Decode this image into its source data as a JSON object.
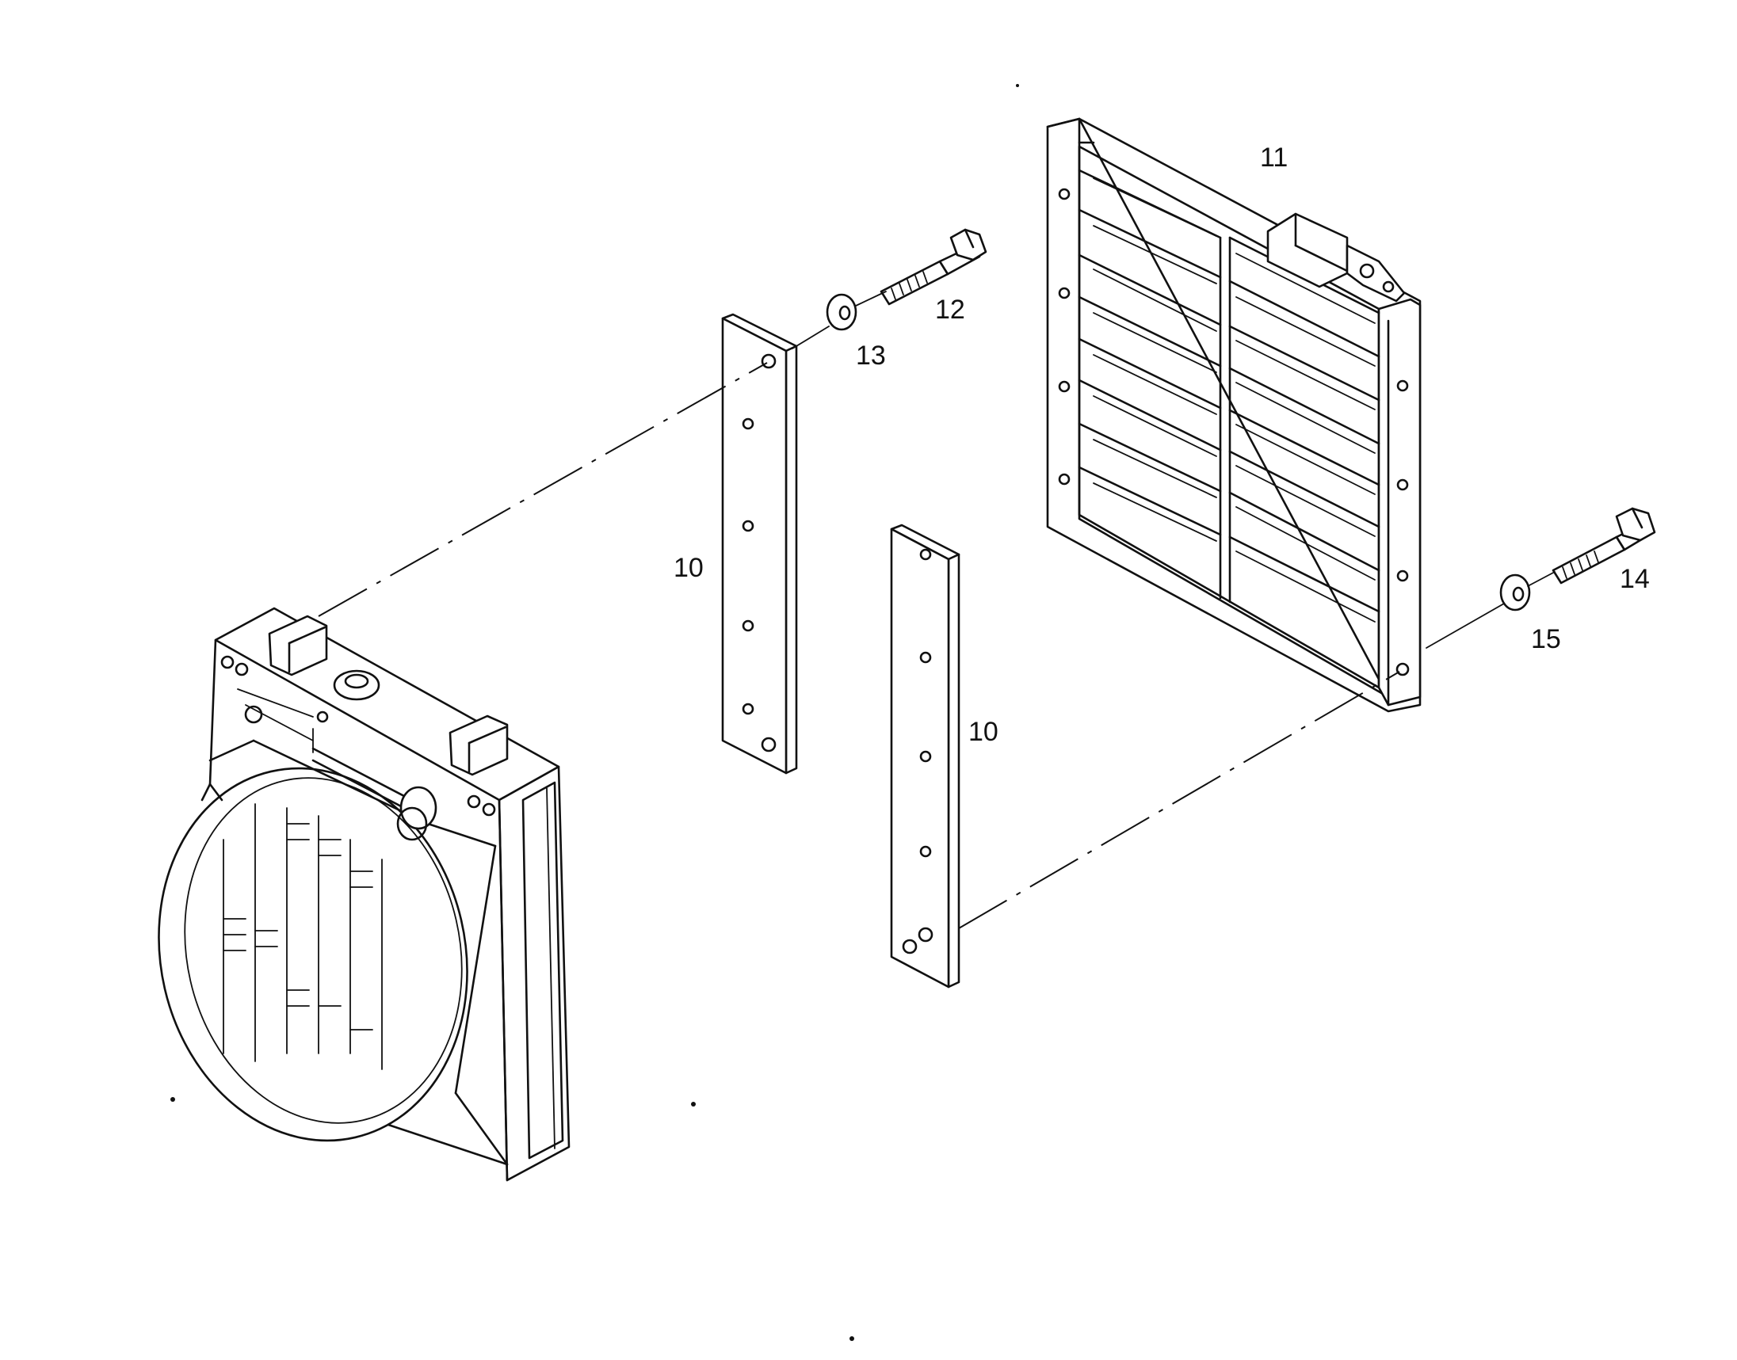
{
  "diagram": {
    "type": "exploded-parts-view",
    "colors": {
      "line": "#111111",
      "background": "#ffffff"
    },
    "callouts": {
      "mount_bar_left": "10",
      "mount_bar_right": "10",
      "louver_shutter": "11",
      "bolt_upper": "12",
      "washer_upper": "13",
      "bolt_lower": "14",
      "washer_lower": "15"
    }
  }
}
